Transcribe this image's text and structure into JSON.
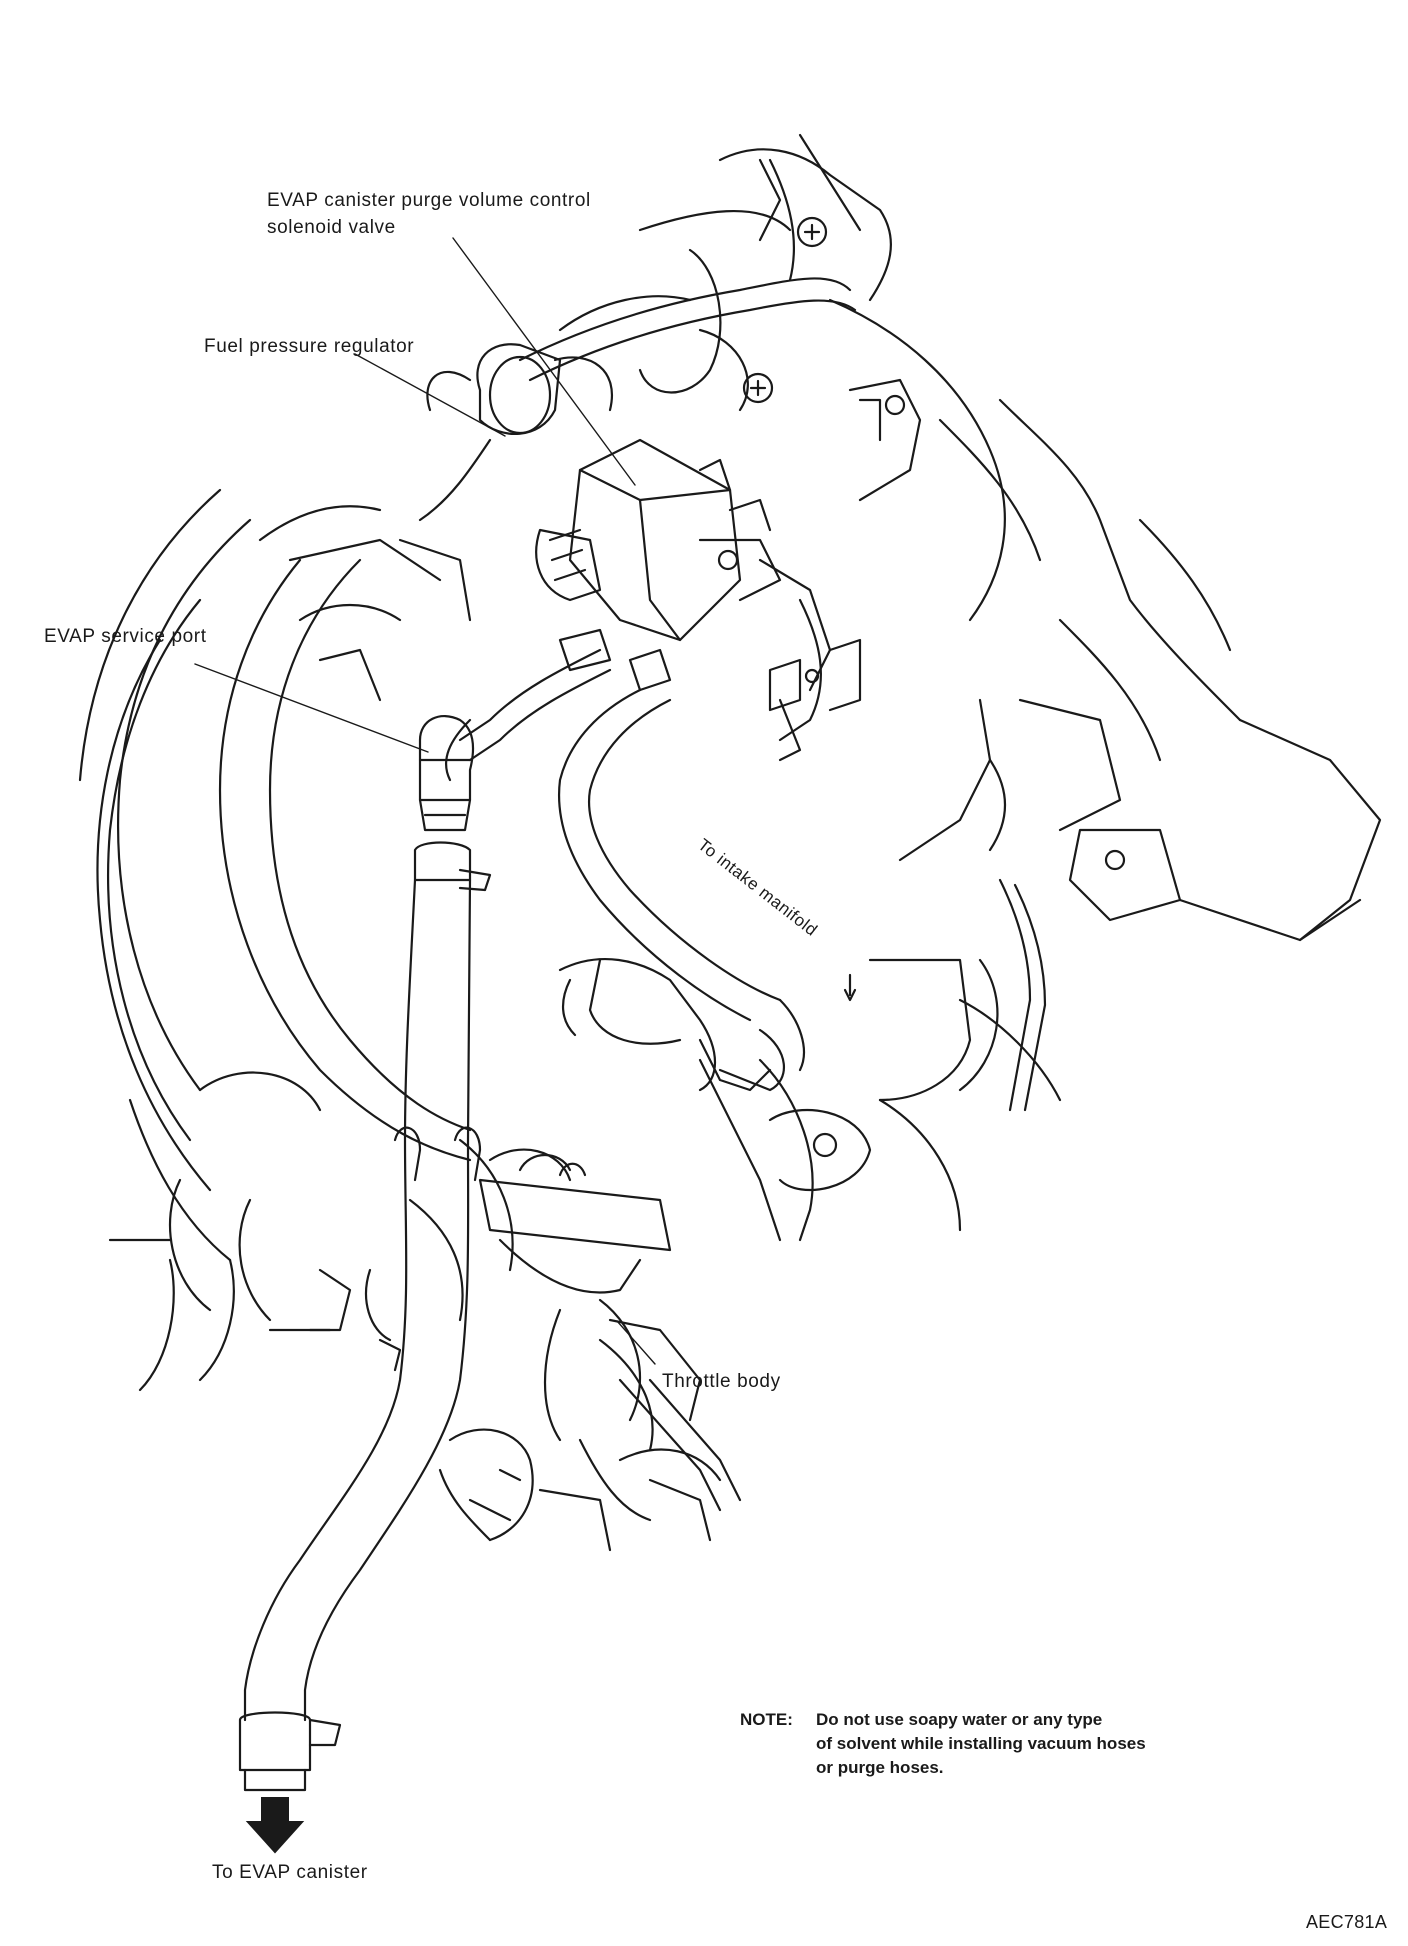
{
  "labels": {
    "purge_valve_line1": "EVAP canister purge volume control",
    "purge_valve_line2": "solenoid valve",
    "fuel_pressure_regulator": "Fuel pressure regulator",
    "evap_service_port": "EVAP service port",
    "to_intake_manifold": "To intake manifold",
    "throttle_body": "Throttle body",
    "to_evap_canister": "To EVAP canister"
  },
  "note": {
    "prefix": "NOTE:",
    "line1": "Do not use soapy water or any type",
    "line2": "of solvent while installing vacuum hoses",
    "line3": "or purge hoses."
  },
  "figure_code": "AEC781A",
  "colors": {
    "ink": "#1a1a1a",
    "background": "#ffffff"
  }
}
